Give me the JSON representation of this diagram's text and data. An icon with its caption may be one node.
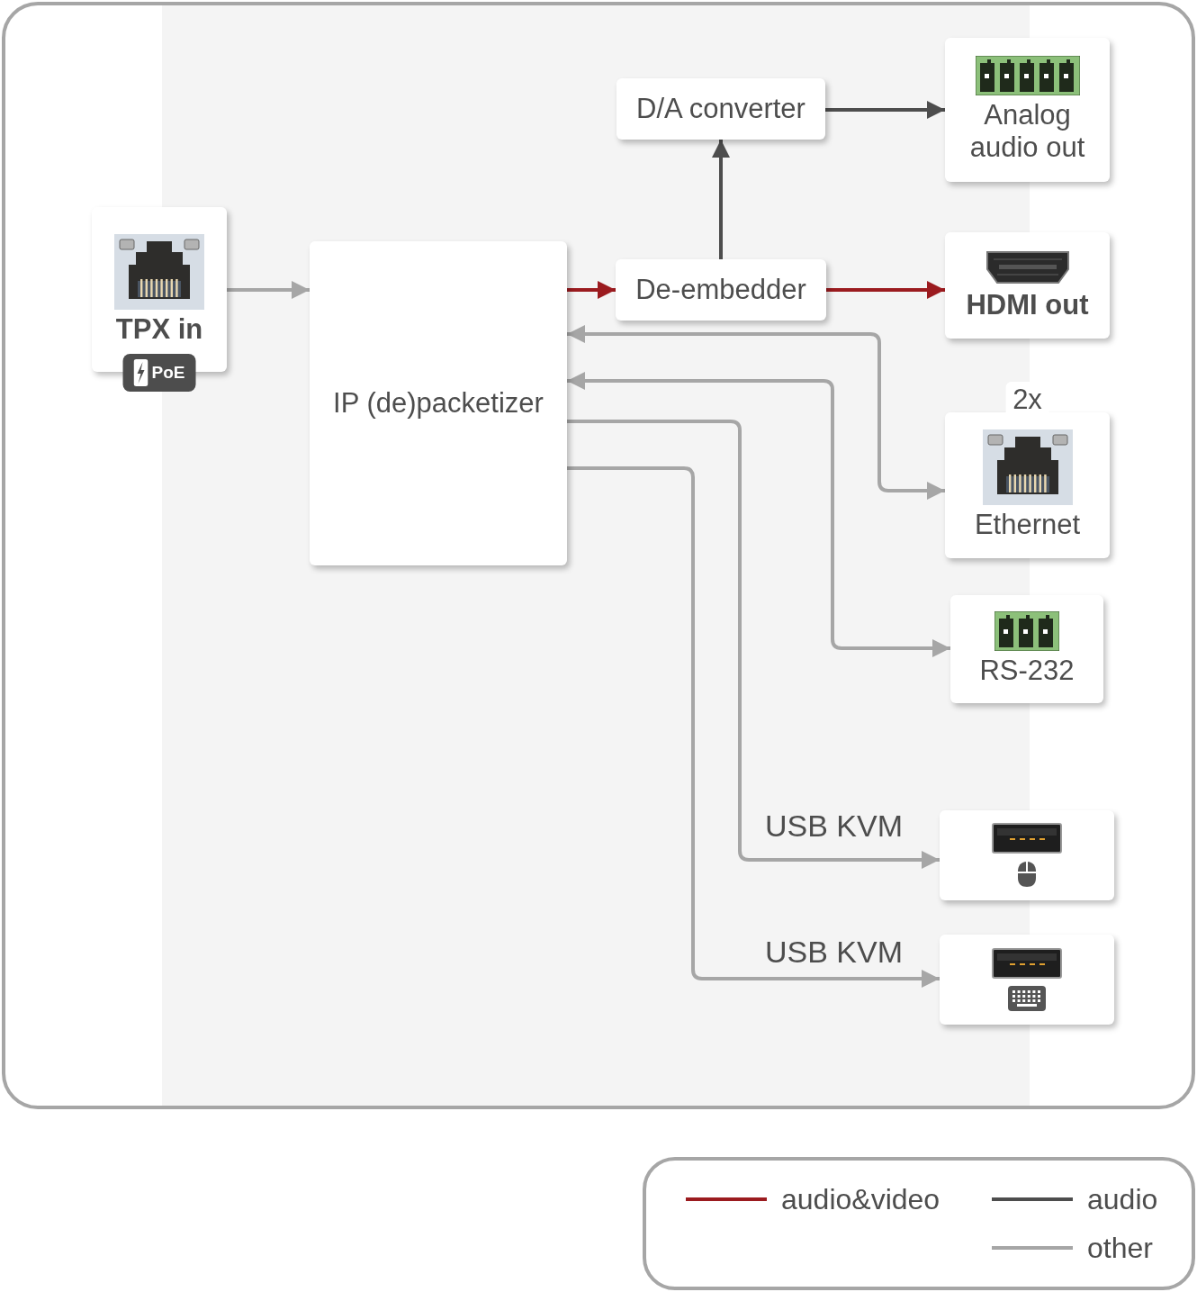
{
  "diagram": {
    "nodes": [
      {
        "text": [
          "TPX in",
          "PoE"
        ]
      },
      {
        "text": [
          "IP (de)packetizer"
        ]
      },
      {
        "text": [
          "De-embedder"
        ]
      },
      {
        "text": [
          "D/A converter"
        ]
      },
      {
        "text": [
          "Analog audio out"
        ]
      },
      {
        "text": [
          "HDMI out"
        ]
      },
      {
        "text": [
          "Ethernet"
        ],
        "beside": [
          "2x"
        ]
      },
      {
        "text": [
          "RS-232"
        ]
      },
      {
        "text": [],
        "shape": "box"
      },
      {
        "text": [],
        "shape": "box"
      }
    ],
    "edges": [
      {
        "from": 0,
        "to": 1,
        "arrow": "to"
      },
      {
        "from": 1,
        "to": 2,
        "arrow": "to",
        "color": "#9b1b1f"
      },
      {
        "from": 2,
        "to": 5,
        "arrow": "to",
        "color": "#9b1b1f"
      },
      {
        "from": 2,
        "to": 3,
        "arrow": "to",
        "color": "#4d4d4d"
      },
      {
        "from": 3,
        "to": 4,
        "arrow": "to",
        "color": "#4d4d4d"
      },
      {
        "from": 1,
        "to": 6,
        "arrow": "both"
      },
      {
        "from": 1,
        "to": 7,
        "arrow": "both"
      },
      {
        "from": 1,
        "to": 8,
        "arrow": "to",
        "label": "USB KVM"
      },
      {
        "from": 1,
        "to": 9,
        "arrow": "to",
        "label": "USB KVM"
      }
    ],
    "legend": [
      {
        "text": "audio&video",
        "color": "#9b1b1f"
      },
      {
        "text": "audio",
        "color": "#4d4d4d"
      },
      {
        "text": "other",
        "color": "#a6a6a6"
      }
    ]
  }
}
